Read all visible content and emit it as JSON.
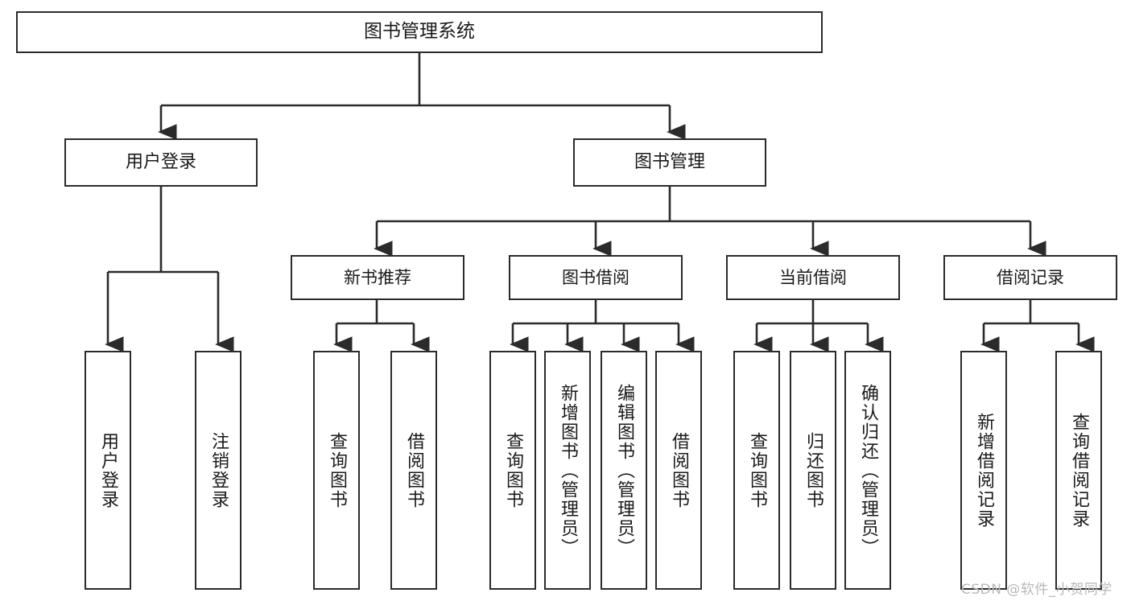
{
  "diagram": {
    "title": "图书管理系统",
    "type": "functional-structure-tree",
    "colors": {
      "box_border": "#2b2b2b",
      "box_fill": "#ffffff",
      "connector": "#2b2b2b",
      "background": "#ffffff",
      "watermark": "#b9b9b9"
    },
    "watermark": "CSDN @软件_小贺同学"
  },
  "nodes": {
    "root": {
      "label": "图书管理系统"
    },
    "level1": [
      {
        "label": "用户登录"
      },
      {
        "label": "图书管理"
      }
    ],
    "level2": [
      {
        "label": "新书推荐"
      },
      {
        "label": "图书借阅"
      },
      {
        "label": "当前借阅"
      },
      {
        "label": "借阅记录"
      }
    ],
    "leaves_user_login": [
      {
        "label": "用户登录"
      },
      {
        "label": "注销登录"
      }
    ],
    "leaves_new_book": [
      {
        "label": "查询图书"
      },
      {
        "label": "借阅图书"
      }
    ],
    "leaves_borrow": [
      {
        "label": "查询图书"
      },
      {
        "label": "新增图书（管理员）"
      },
      {
        "label": "编辑图书（管理员）"
      },
      {
        "label": "借阅图书"
      }
    ],
    "leaves_current": [
      {
        "label": "查询图书"
      },
      {
        "label": "归还图书"
      },
      {
        "label": "确认归还（管理员）"
      }
    ],
    "leaves_records": [
      {
        "label": "新增借阅记录"
      },
      {
        "label": "查询借阅记录"
      }
    ]
  }
}
